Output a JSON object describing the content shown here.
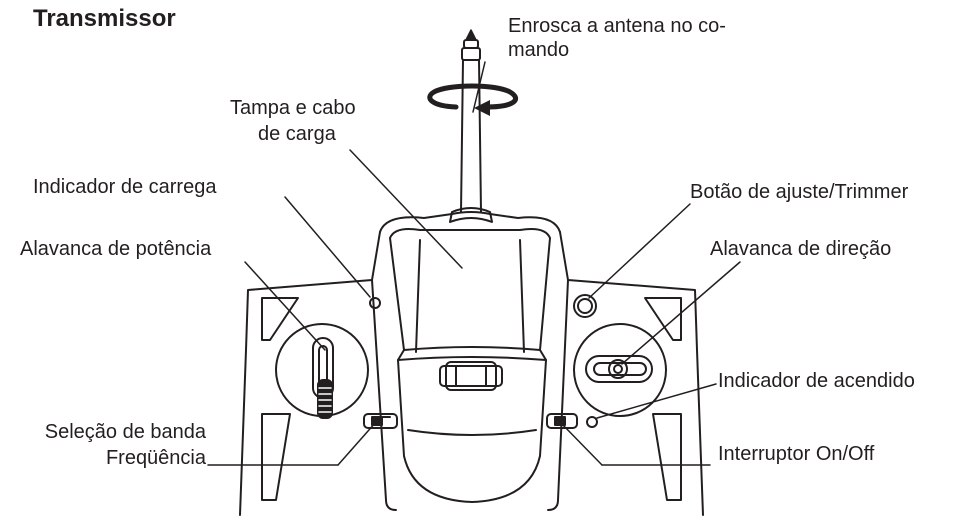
{
  "title": "Transmissor",
  "labels": {
    "antenna_line1": "Enrosca a antena no co-",
    "antenna_line2": "mando",
    "cover_line1": "Tampa e cabo",
    "cover_line2": "de carga",
    "charge_indicator": "Indicador de carrega",
    "throttle_lever": "Alavanca de potência",
    "band_selection": "Seleção de banda",
    "frequency": "Freqüência",
    "trim_button": "Botão de ajuste/Trimmer",
    "steering_lever": "Alavanca de direção",
    "power_indicator": "Indicador de acendido",
    "power_switch": "Interruptor On/Off"
  },
  "colors": {
    "line": "#231f20",
    "background": "#ffffff"
  }
}
